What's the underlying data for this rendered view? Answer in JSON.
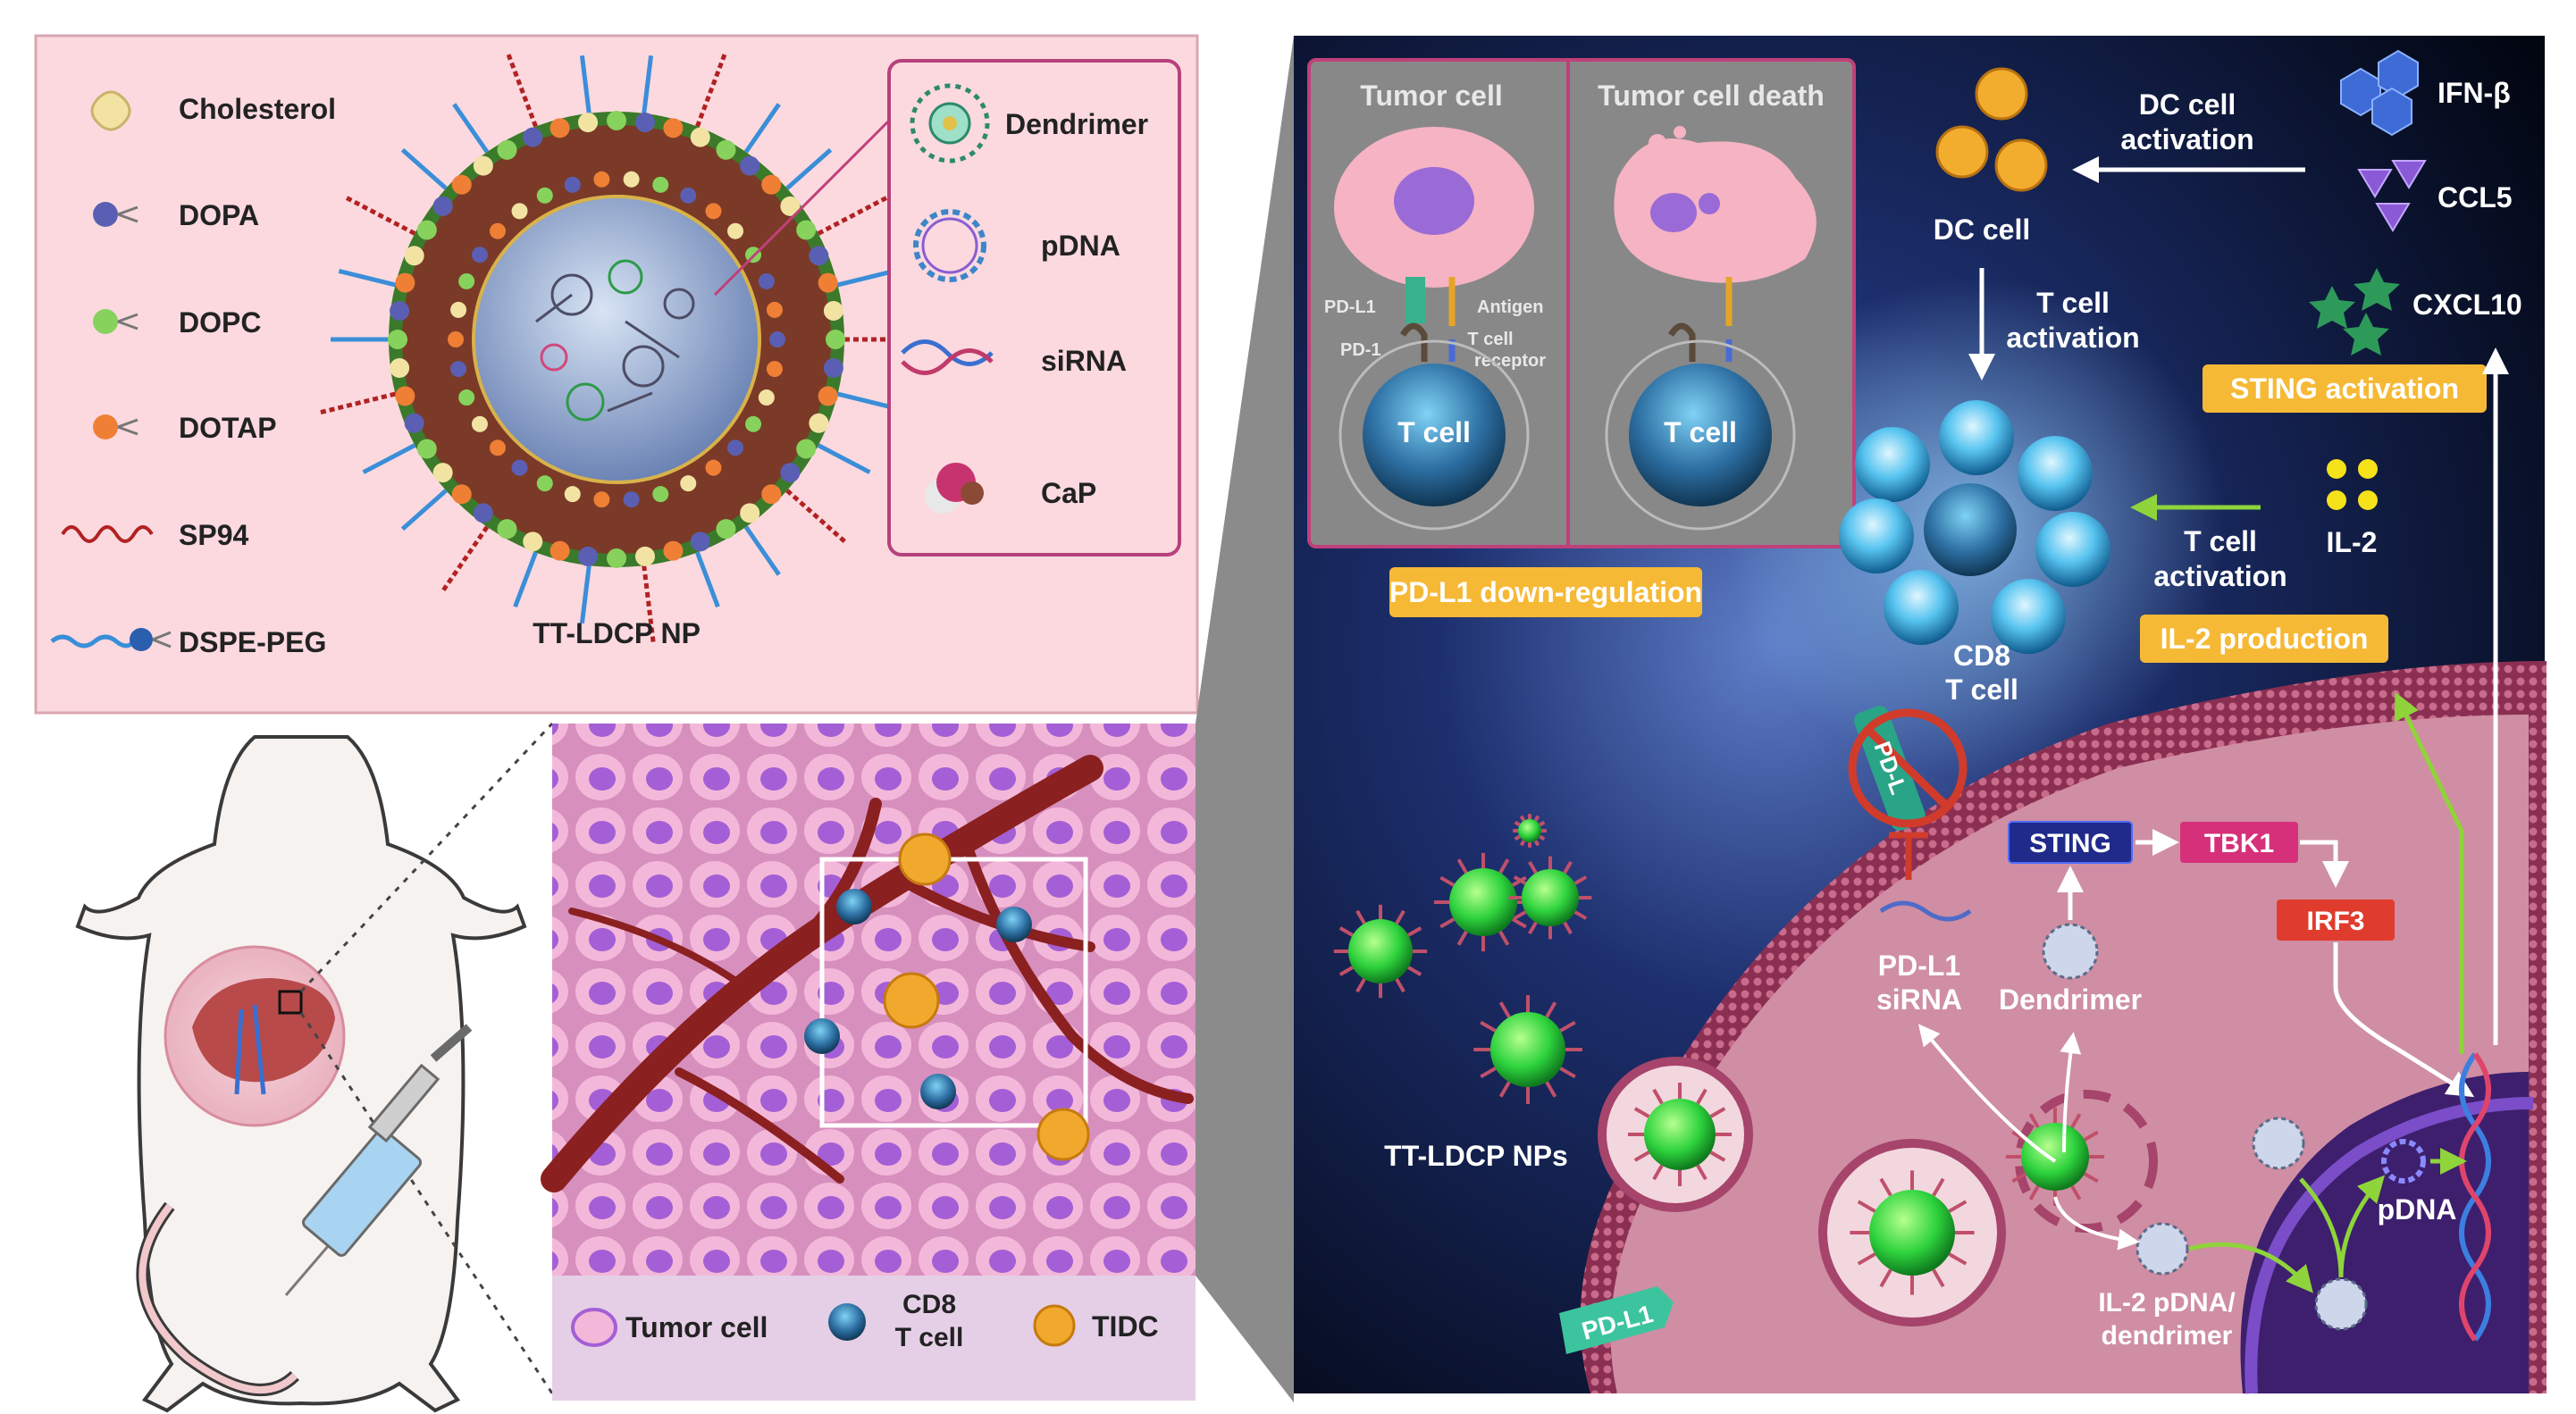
{
  "composition": {
    "legend": [
      "Cholesterol",
      "DOPA",
      "DOPC",
      "DOTAP",
      "SP94",
      "DSPE-PEG"
    ],
    "np_label": "TT-LDCP NP",
    "cargo": [
      "Dendrimer",
      "pDNA",
      "siRNA",
      "CaP"
    ]
  },
  "tissue": {
    "legend": [
      "Tumor cell",
      "CD8",
      "T cell",
      "TIDC"
    ]
  },
  "inset": {
    "title_left": "Tumor cell",
    "title_right": "Tumor cell death",
    "pd_l1": "PD-L1",
    "antigen": "Antigen",
    "pd_1": "PD-1",
    "tcr_line1": "T cell",
    "tcr_line2": "receptor",
    "t_cell": "T cell"
  },
  "tags": {
    "pd_l1_down": "PD-L1 down-regulation",
    "sting_activation": "STING activation",
    "il2_production": "IL-2 production"
  },
  "mechanism": {
    "dc_cell": "DC cell",
    "dc_activation_1": "DC cell",
    "dc_activation_2": "activation",
    "ifn_beta": "IFN-β",
    "ccl5": "CCL5",
    "cxcl10": "CXCL10",
    "t_activation_1": "T cell",
    "t_activation_2": "activation",
    "cd8_1": "CD8",
    "cd8_2": "T cell",
    "il2_activation_1": "T cell",
    "il2_activation_2": "activation",
    "il_2": "IL-2",
    "pd_l1_short": "PD-L",
    "pd_l1_sirna_1": "PD-L1",
    "pd_l1_sirna_2": "siRNA",
    "dendrimer": "Dendrimer",
    "pdna": "pDNA",
    "il2_pdna_1": "IL-2 pDNA/",
    "il2_pdna_2": "dendrimer",
    "tt_ldcp_nps": "TT-LDCP NPs",
    "pd_l1": "PD-L1"
  },
  "pathway": {
    "sting": "STING",
    "tbk1": "TBK1",
    "irf3": "IRF3"
  }
}
